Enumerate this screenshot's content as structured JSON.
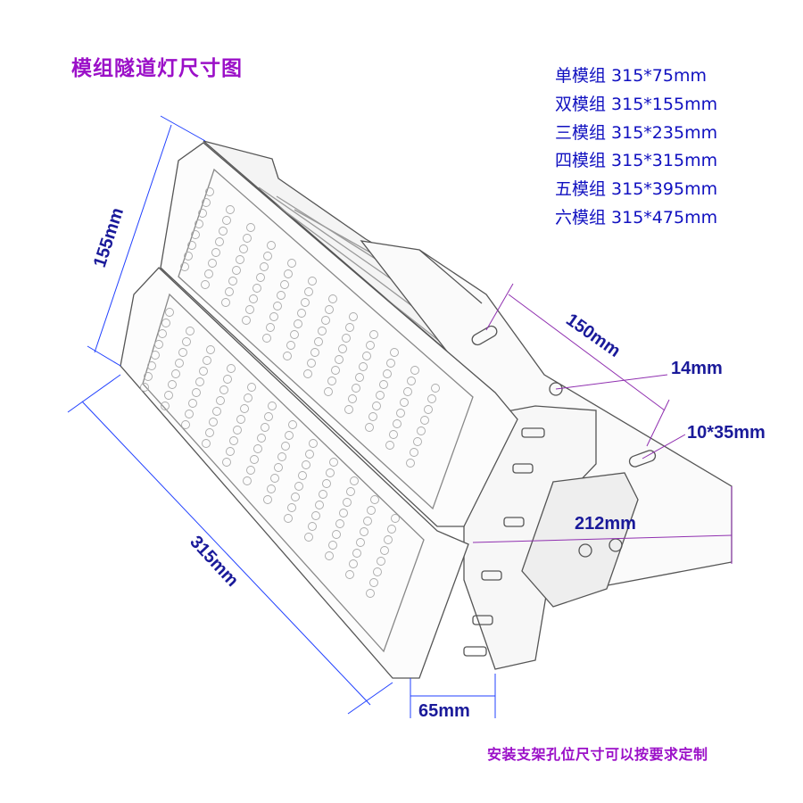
{
  "title": "模组隧道灯尺寸图",
  "specs": [
    "单模组 315*75mm",
    "双模组 315*155mm",
    "三模组 315*235mm",
    "四模组 315*315mm",
    "五模组 315*395mm",
    "六模组 315*475mm"
  ],
  "dimensions": {
    "height": "155mm",
    "length": "315mm",
    "bracket_hole_spacing": "150mm",
    "hole_diameter": "14mm",
    "slot": "10*35mm",
    "bracket_width": "212mm",
    "depth": "65mm"
  },
  "footer": "安装支架孔位尺寸可以按要求定制",
  "colors": {
    "title": "#9b10c8",
    "specs": "#1010c0",
    "dimension_line_blue": "#2040ff",
    "dimension_line_purple": "#9030b0",
    "label": "#1a1a9a"
  }
}
